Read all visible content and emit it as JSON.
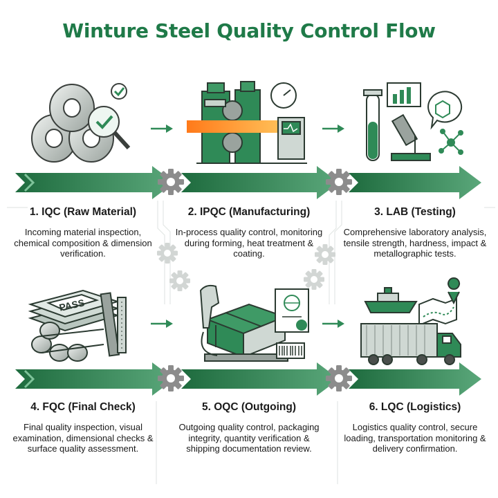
{
  "title": "Winture Steel Quality Control Flow",
  "steps": [
    {
      "number": "1",
      "heading": "1. IQC (Raw Material)",
      "description": "Incoming material inspection, chemical composition & dimension verification.",
      "icon": "steel-coils-magnifier-icon"
    },
    {
      "number": "2",
      "heading": "2. IPQC (Manufacturing)",
      "description": "In-process quality control, monitoring during forming, heat treatment & coating.",
      "icon": "rolling-mill-icon"
    },
    {
      "number": "3",
      "heading": "3. LAB (Testing)",
      "description": "Comprehensive laboratory analysis, tensile strength, hardness, impact & metallographic tests.",
      "icon": "laboratory-icon"
    },
    {
      "number": "4",
      "heading": "4. FQC (Final Check)",
      "description": "Final quality inspection, visual examination, dimensional checks & surface quality assessment.",
      "icon": "pass-stamped-sheets-icon",
      "badge": "PASS"
    },
    {
      "number": "5",
      "heading": "5. OQC (Outgoing)",
      "description": "Outgoing quality control, packaging integrity, quantity verification & shipping documentation review.",
      "icon": "packaged-pallet-scanner-icon"
    },
    {
      "number": "6",
      "heading": "6. LQC (Logistics)",
      "description": "Logistics quality control, secure loading, transportation monitoring & delivery confirmation.",
      "icon": "truck-ship-map-icon"
    }
  ],
  "colors": {
    "title": "#1f7a48",
    "arrow_dark": "#1e6b3e",
    "arrow_light": "#5aa77a",
    "gear": "#8c8c8c",
    "icon_green": "#2f8a57",
    "text": "#1a1a1a"
  }
}
